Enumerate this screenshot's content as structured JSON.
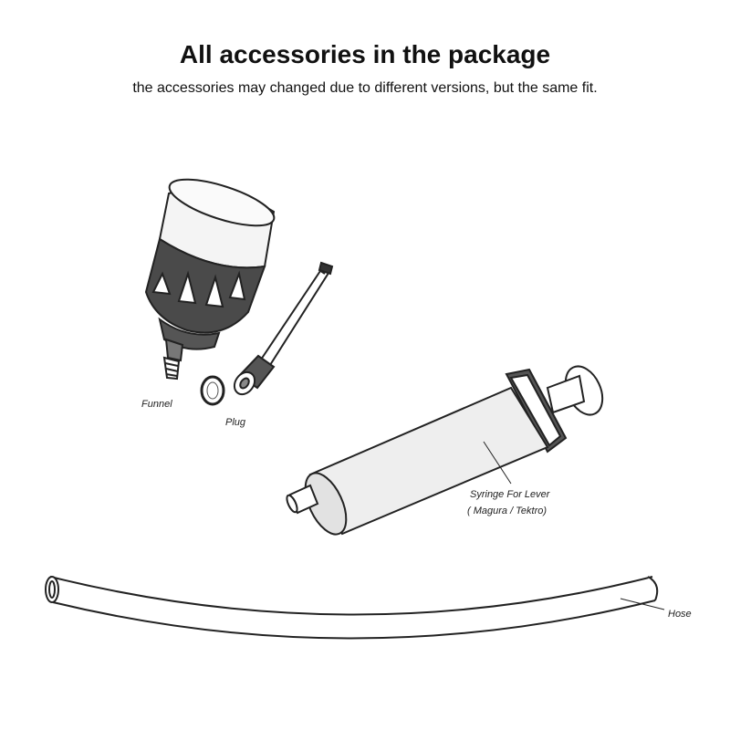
{
  "header": {
    "title": "All accessories in the package",
    "subtitle": "the accessories may changed due to different versions, but the same fit."
  },
  "labels": {
    "funnel": "Funnel",
    "plug": "Plug",
    "syringe_line1": "Syringe For Lever",
    "syringe_line2": "( Magura / Tektro)",
    "hose": "Hose"
  },
  "colors": {
    "line": "#222222",
    "funnel_dark": "#4a4a4a",
    "syringe_body": "#eeeeee"
  }
}
